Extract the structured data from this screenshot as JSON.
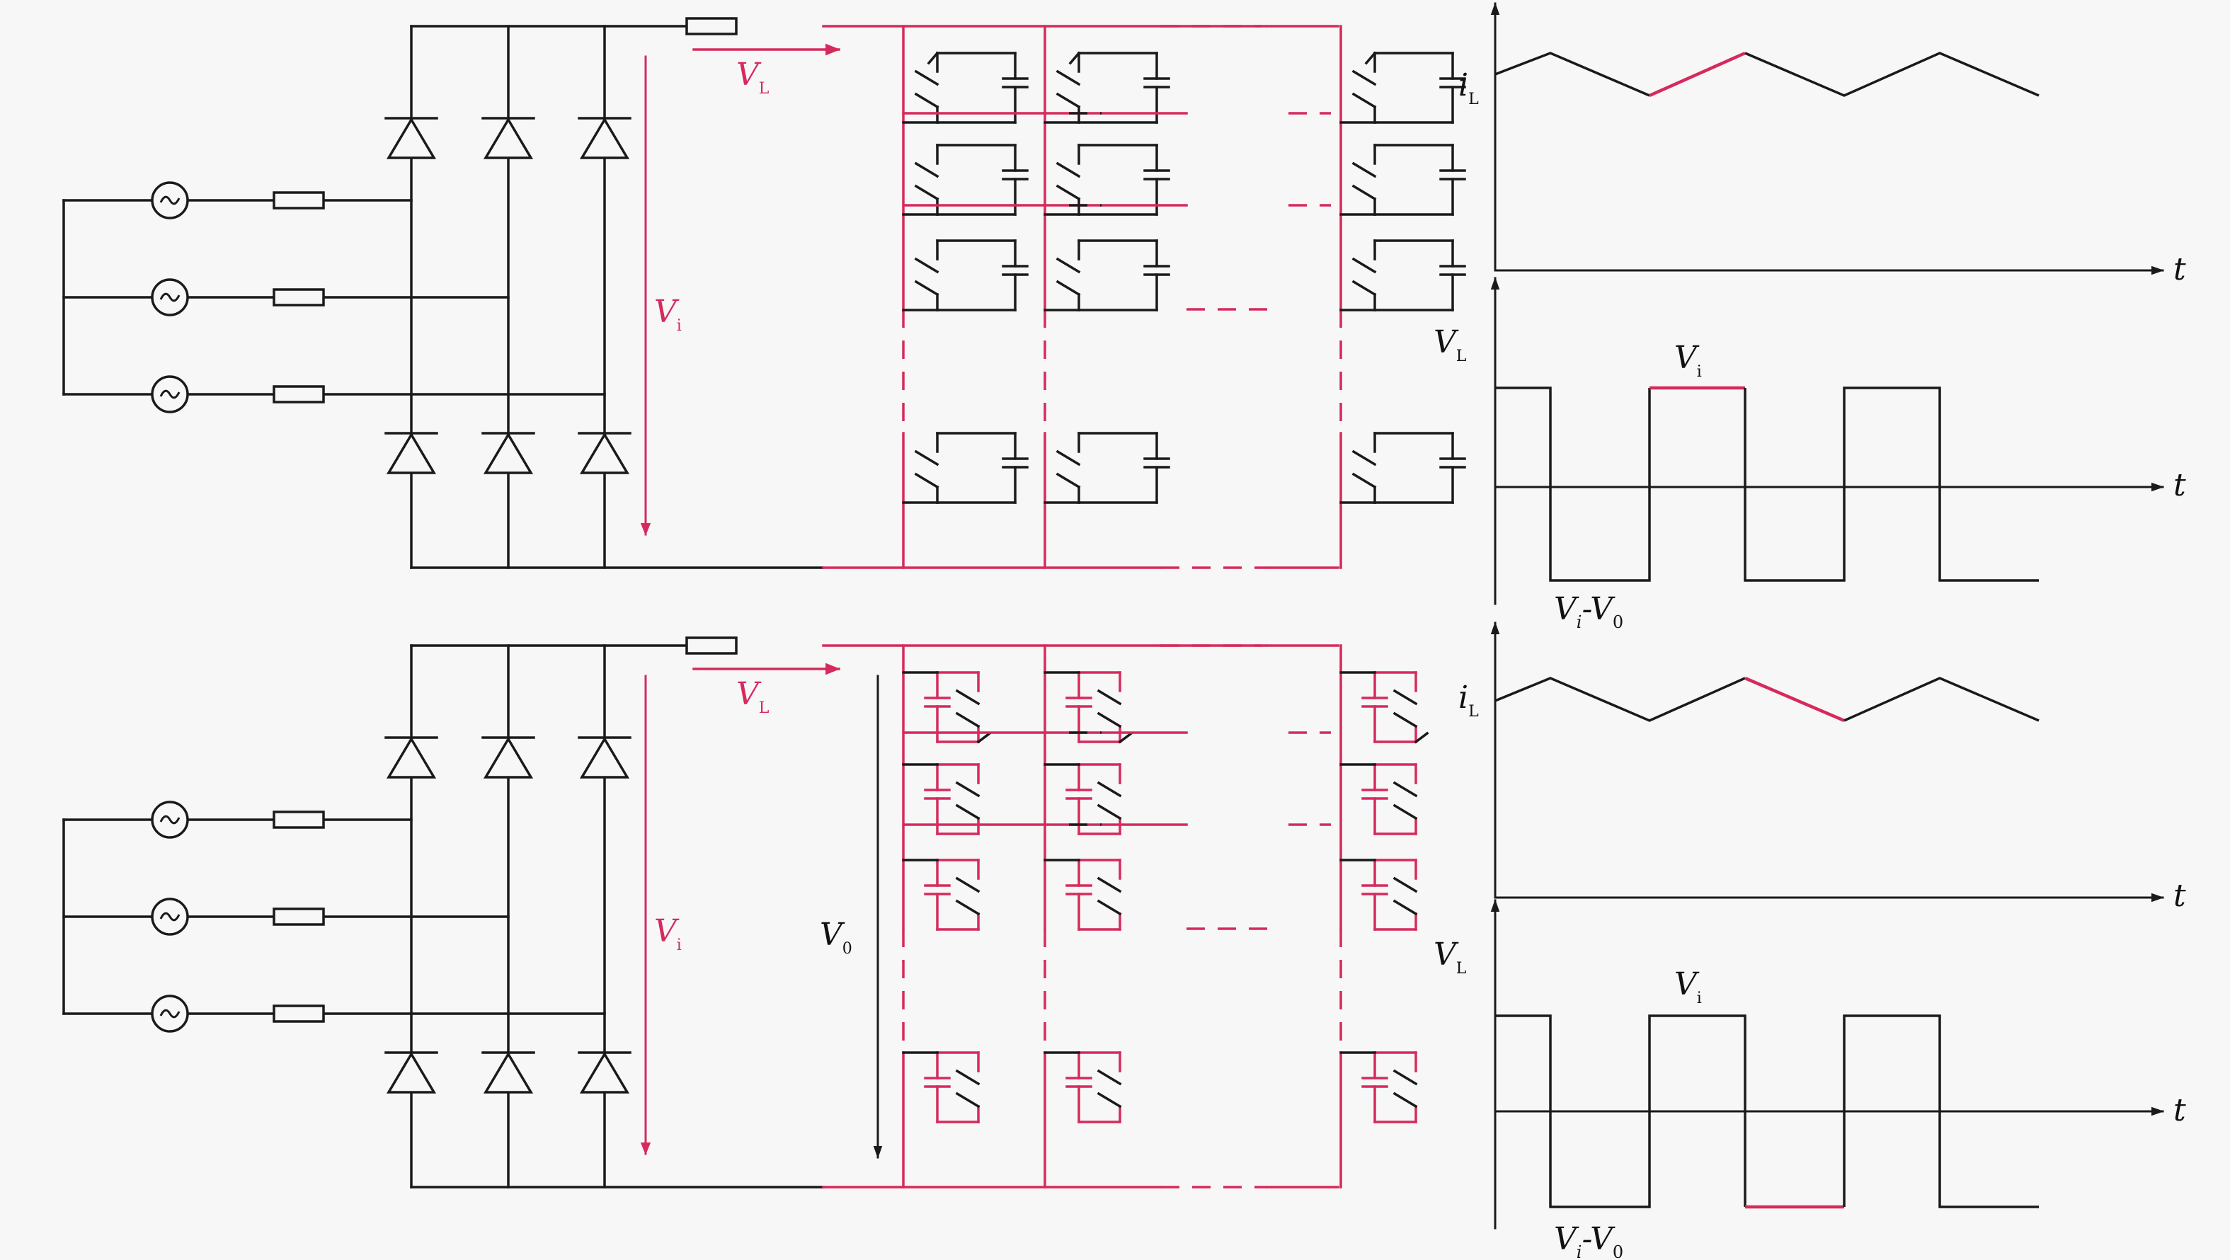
{
  "labels": {
    "V": "V",
    "i": "i",
    "t": "t",
    "sub_L": "L",
    "sub_i": "i",
    "sub_0": "0",
    "dash": "-"
  },
  "colors": {
    "ink": "#1a1a1a",
    "highlight": "#d62a5c",
    "background": "#f7f7f7"
  },
  "panels": [
    {
      "name": "top",
      "capacitor_side": "right",
      "phase": "charging",
      "shows_V0": false
    },
    {
      "name": "bottom",
      "capacitor_side": "left",
      "phase": "discharging",
      "shows_V0": true
    }
  ]
}
